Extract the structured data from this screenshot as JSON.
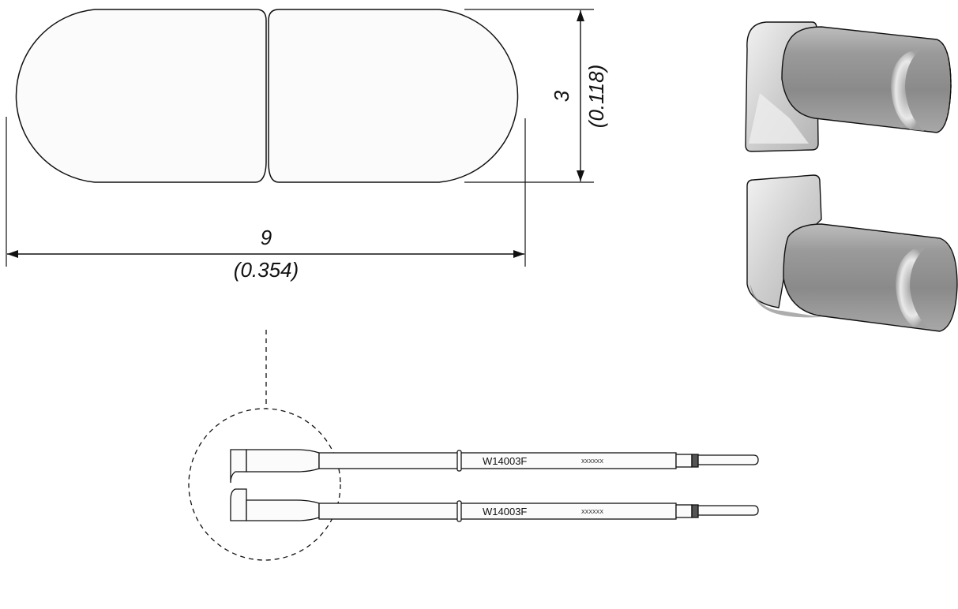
{
  "drawing": {
    "width_dimension": {
      "value": "9",
      "imperial": "(0.354)"
    },
    "height_dimension": {
      "value": "3",
      "imperial": "(0.118)"
    }
  },
  "tips": [
    {
      "part_number": "W14003F",
      "serial": "XXXXXX"
    },
    {
      "part_number": "W14003F",
      "serial": "XXXXXX"
    }
  ],
  "colors": {
    "line": "#111111",
    "face_fill": "#fbfbfb",
    "metal_dark": "#8e8e8e",
    "metal_light": "#e6e6e6"
  }
}
